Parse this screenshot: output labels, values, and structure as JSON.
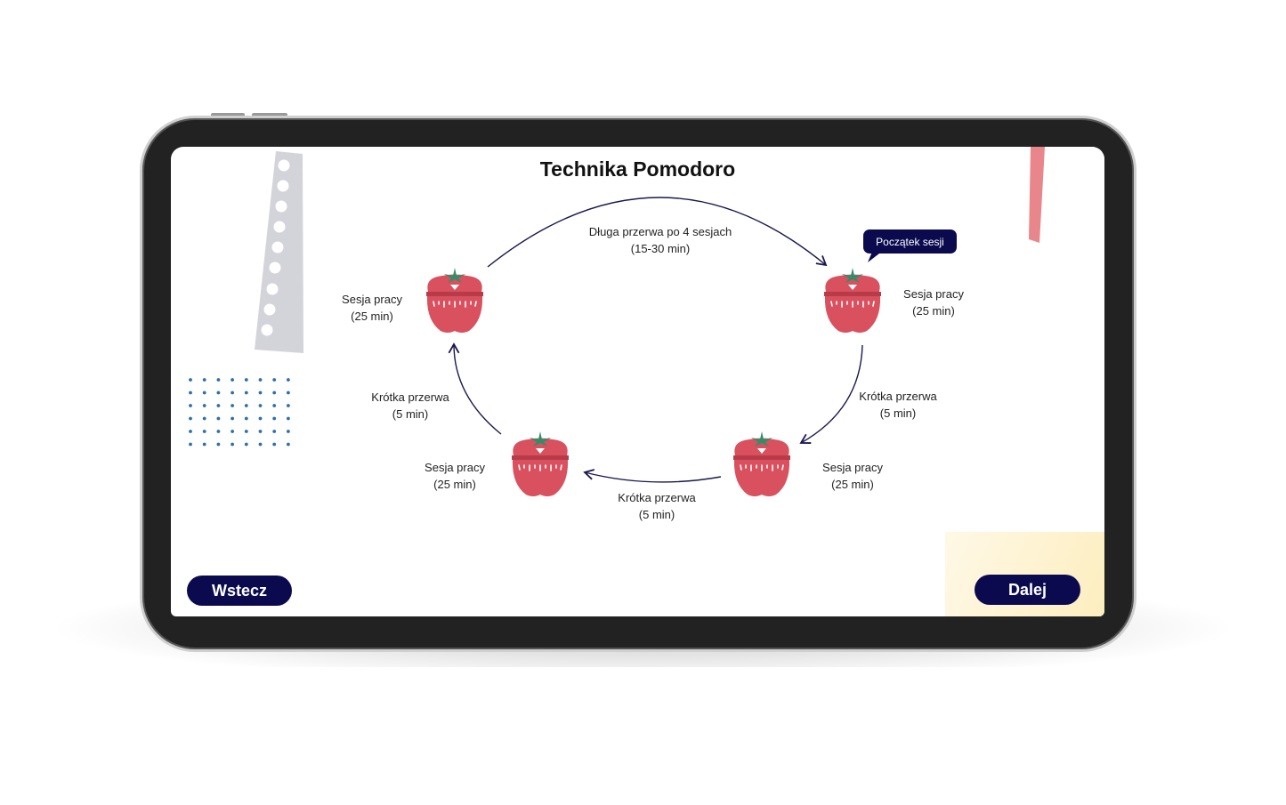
{
  "slide": {
    "title": "Technika Pomodoro"
  },
  "diagram": {
    "long_break": {
      "line1": "Długa przerwa po 4 sesjach",
      "line2": "(15-30 min)"
    },
    "start_badge": "Początek sesji",
    "sessions": [
      {
        "line1": "Sesja pracy",
        "line2": "(25 min)"
      },
      {
        "line1": "Sesja pracy",
        "line2": "(25 min)"
      },
      {
        "line1": "Sesja pracy",
        "line2": "(25 min)"
      },
      {
        "line1": "Sesja pracy",
        "line2": "(25 min)"
      }
    ],
    "short_breaks": [
      {
        "line1": "Krótka przerwa",
        "line2": "(5 min)"
      },
      {
        "line1": "Krótka przerwa",
        "line2": "(5 min)"
      },
      {
        "line1": "Krótka przerwa",
        "line2": "(5 min)"
      }
    ]
  },
  "nav": {
    "back": "Wstecz",
    "next": "Dalej"
  },
  "colors": {
    "accent": "#0b0a4f",
    "tomato": "#d9505e"
  }
}
